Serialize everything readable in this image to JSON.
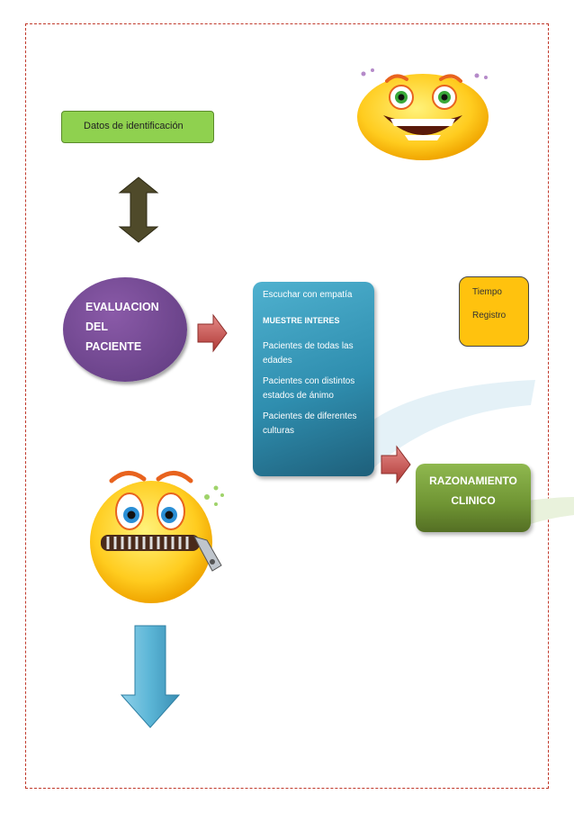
{
  "identification": {
    "label": "Datos de identificación"
  },
  "evaluation": {
    "lines": [
      "EVALUACION",
      "DEL",
      "PACIENTE"
    ]
  },
  "listening": {
    "items": [
      "Escuchar con empatía",
      "MUESTRE INTERES",
      "Pacientes de todas las edades",
      "Pacientes con distintos estados de ánimo",
      "Pacientes de diferentes  culturas"
    ]
  },
  "time_box": {
    "items": [
      "Tiempo",
      "Registro"
    ]
  },
  "reasoning": {
    "lines": [
      "RAZONAMIENTO",
      "CLINICO"
    ]
  },
  "icons": {
    "laughing_face": "laughing-face-icon",
    "zipped_face": "zipped-mouth-face-icon",
    "double_arrow": "double-arrow-icon",
    "right_arrow": "right-arrow-icon",
    "down_arrow": "down-arrow-icon"
  },
  "colors": {
    "id_box": "#8fd14f",
    "oval": "#6a4590",
    "listening_box": "#3a9dc0",
    "time_box": "#ffc20e",
    "reasoning_box": "#6f9433",
    "arrow_red": "#c0504d",
    "arrow_blue": "#5bb5d6",
    "arrow_olive": "#4f4a2a"
  }
}
